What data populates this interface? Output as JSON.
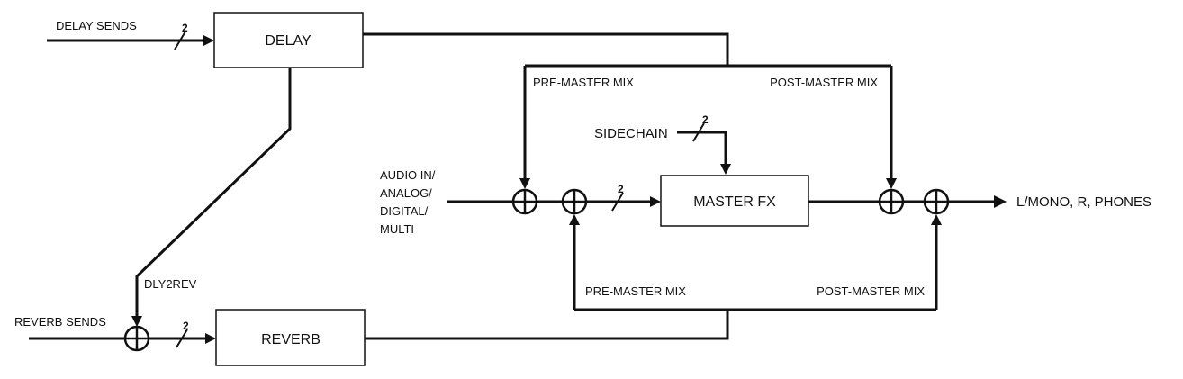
{
  "blocks": {
    "delay": "DELAY",
    "reverb": "REVERB",
    "master_fx": "MASTER FX"
  },
  "labels": {
    "delay_sends": "DELAY SENDS",
    "reverb_sends": "REVERB SENDS",
    "dly2rev": "DLY2REV",
    "sidechain": "SIDECHAIN",
    "audio_in": [
      "AUDIO IN/",
      "ANALOG/",
      "DIGITAL/",
      "MULTI"
    ],
    "pre_master_mix_top": "PRE-MASTER MIX",
    "post_master_mix_top": "POST-MASTER MIX",
    "pre_master_mix_bottom": "PRE-MASTER MIX",
    "post_master_mix_bottom": "POST-MASTER MIX",
    "output": "L/MONO, R, PHONES"
  },
  "bus_widths": {
    "delay_in": "2",
    "reverb_in": "2",
    "master_in": "2",
    "sidechain": "2"
  }
}
